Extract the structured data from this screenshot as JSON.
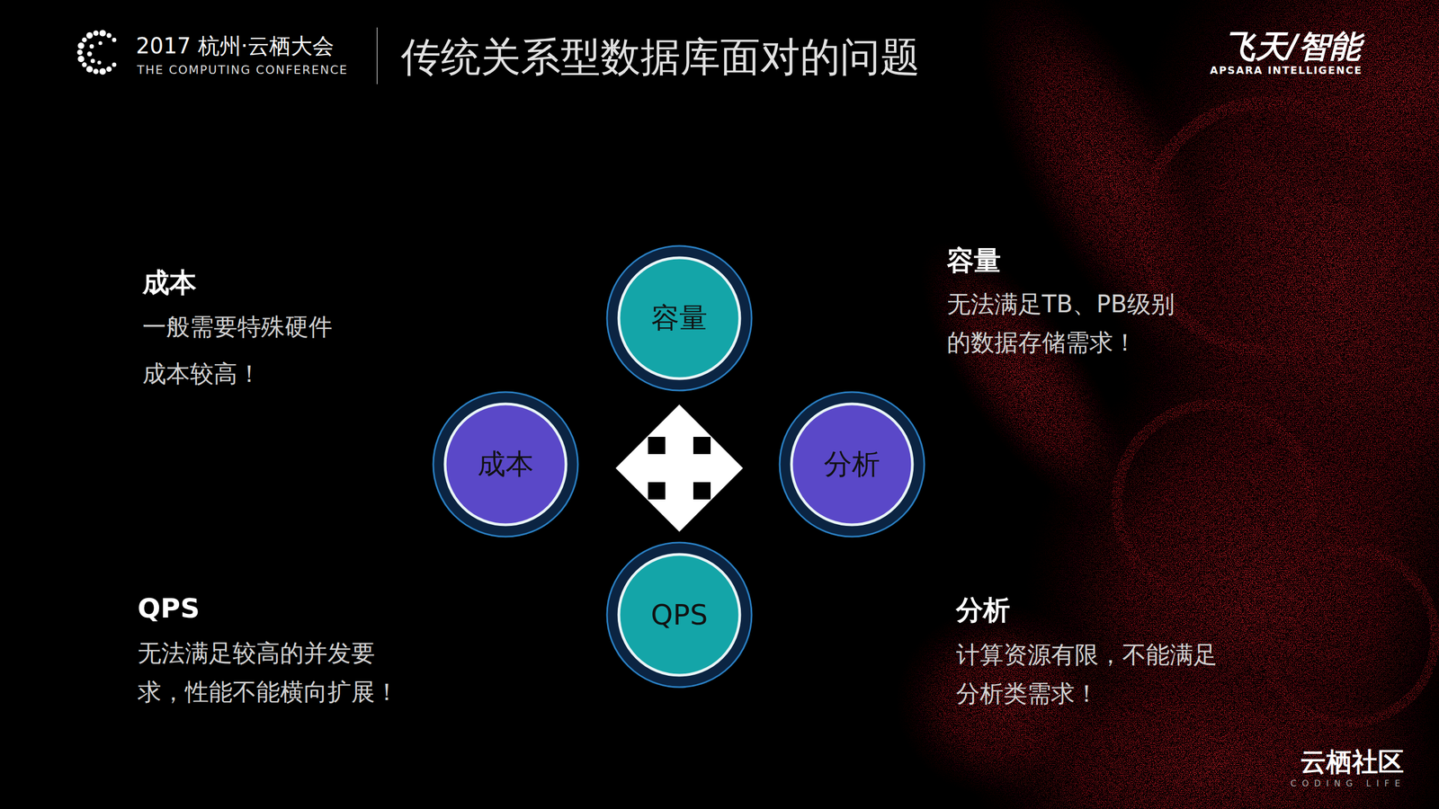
{
  "diagram": {
    "title": "传统关系型数据库面对的问题",
    "nodes": [
      {
        "text": [
          "容量"
        ]
      },
      {
        "text": [
          "成本"
        ]
      },
      {
        "text": [
          "分析"
        ]
      },
      {
        "text": [
          "QPS"
        ]
      }
    ],
    "labels": [
      "2017 杭州·云栖大会",
      "THE COMPUTING CONFERENCE",
      "飞天/智能",
      "APSARA INTELLIGENCE",
      "容量",
      "无法满足TB、PB级别 的数据存储需求！",
      "成本",
      "一般需要特殊硬件 成本较高！",
      "QPS",
      "无法满足较高的并发要 求，性能不能横向扩展！",
      "分析",
      "计算资源有限，不能满足 分析类需求！",
      "云栖社区",
      "CODING LIFE"
    ]
  }
}
